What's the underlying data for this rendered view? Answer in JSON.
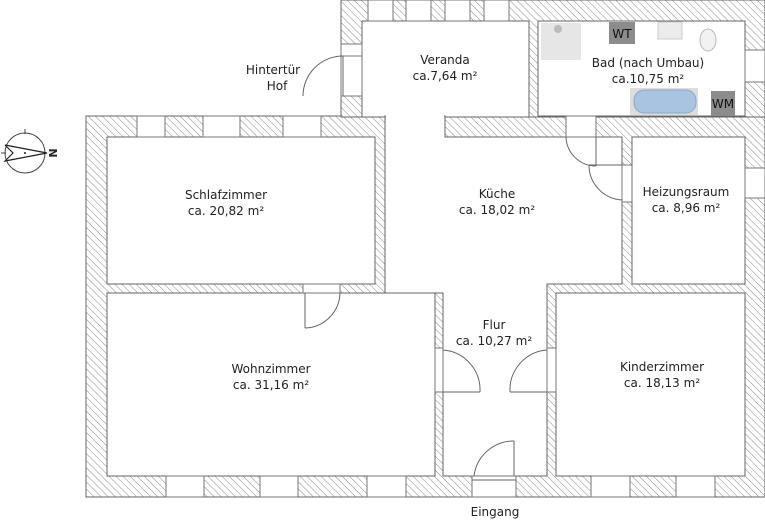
{
  "title": "Grundriss",
  "rooms": [
    {
      "name": "Veranda",
      "area": "ca.7,64 m²"
    },
    {
      "name": "Bad (nach Umbau)",
      "area": "ca.10,75 m²"
    },
    {
      "name": "Schlafzimmer",
      "area": "ca. 20,82 m²"
    },
    {
      "name": "Küche",
      "area": "ca. 18,02 m²"
    },
    {
      "name": "Heizungsraum",
      "area": "ca. 8,96 m²"
    },
    {
      "name": "Flur",
      "area": "ca. 10,27 m²"
    },
    {
      "name": "Wohnzimmer",
      "area": "ca. 31,16 m²"
    },
    {
      "name": "Kinderzimmer",
      "area": "ca. 18,13 m²"
    }
  ],
  "labels": {
    "back_door_line1": "Hintertür",
    "back_door_line2": "Hof",
    "entrance": "Eingang",
    "compass": "N"
  },
  "fixtures": {
    "dryer": "WT",
    "washer": "WM"
  },
  "colors": {
    "hatch": "#8a8a8a",
    "bathtub": "#a9c4e0",
    "appliance": "#8c8c8c"
  }
}
